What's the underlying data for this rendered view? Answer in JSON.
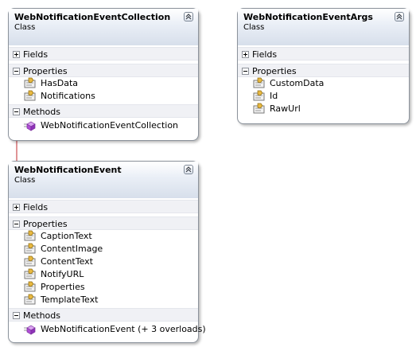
{
  "classes": {
    "collection": {
      "name": "WebNotificationEventCollection",
      "kind": "Class",
      "fields_label": "Fields",
      "properties_label": "Properties",
      "properties": [
        "HasData",
        "Notifications"
      ],
      "methods_label": "Methods",
      "methods": [
        "WebNotificationEventCollection"
      ]
    },
    "args": {
      "name": "WebNotificationEventArgs",
      "kind": "Class",
      "fields_label": "Fields",
      "properties_label": "Properties",
      "properties": [
        "CustomData",
        "Id",
        "RawUrl"
      ]
    },
    "event": {
      "name": "WebNotificationEvent",
      "kind": "Class",
      "fields_label": "Fields",
      "properties_label": "Properties",
      "properties": [
        "CaptionText",
        "ContentImage",
        "ContentText",
        "NotifyURL",
        "Properties",
        "TemplateText"
      ],
      "methods_label": "Methods",
      "methods": [
        "WebNotificationEvent (+ 3 overloads)"
      ]
    }
  },
  "association": {
    "from": "WebNotificationEventCollection.Notifications",
    "to": "WebNotificationEvent",
    "color": "#c0282d"
  },
  "colors": {
    "header_top": "#ffffff",
    "header_bottom": "#d7dfeb",
    "section_bg": "#f0f1f5",
    "border": "#8c939c",
    "method_icon": "#b04fd6"
  },
  "icons": {
    "collapse": "double-chevron-up-icon",
    "expanded_section": "minus-box-icon",
    "collapsed_section": "plus-box-icon",
    "property": "property-hand-icon",
    "method": "method-cube-icon"
  }
}
